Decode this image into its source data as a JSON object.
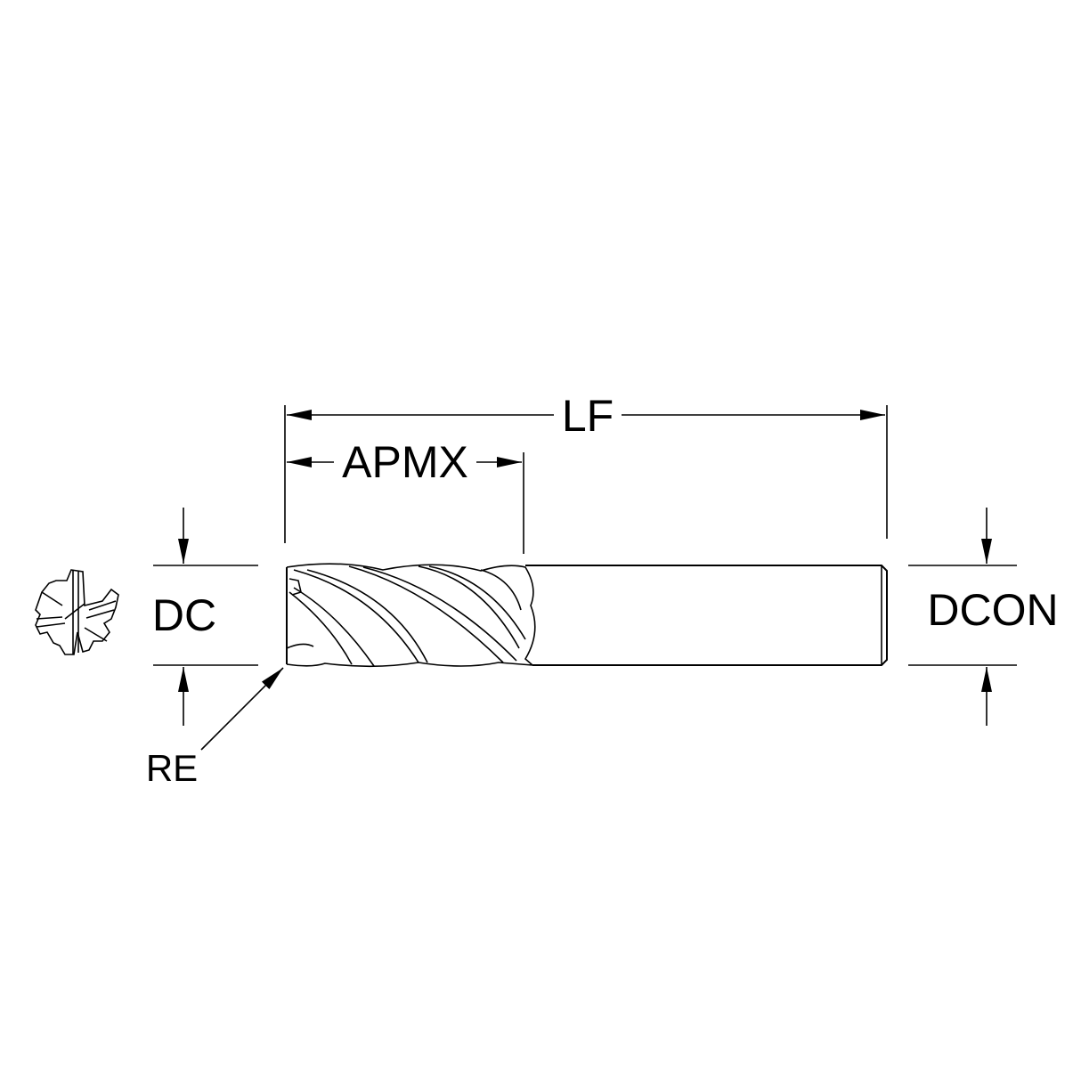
{
  "labels": {
    "lf": "LF",
    "apmx": "APMX",
    "dc": "DC",
    "dcon": "DCON",
    "re": "RE"
  },
  "colors": {
    "line": "#000000",
    "background": "#ffffff"
  }
}
